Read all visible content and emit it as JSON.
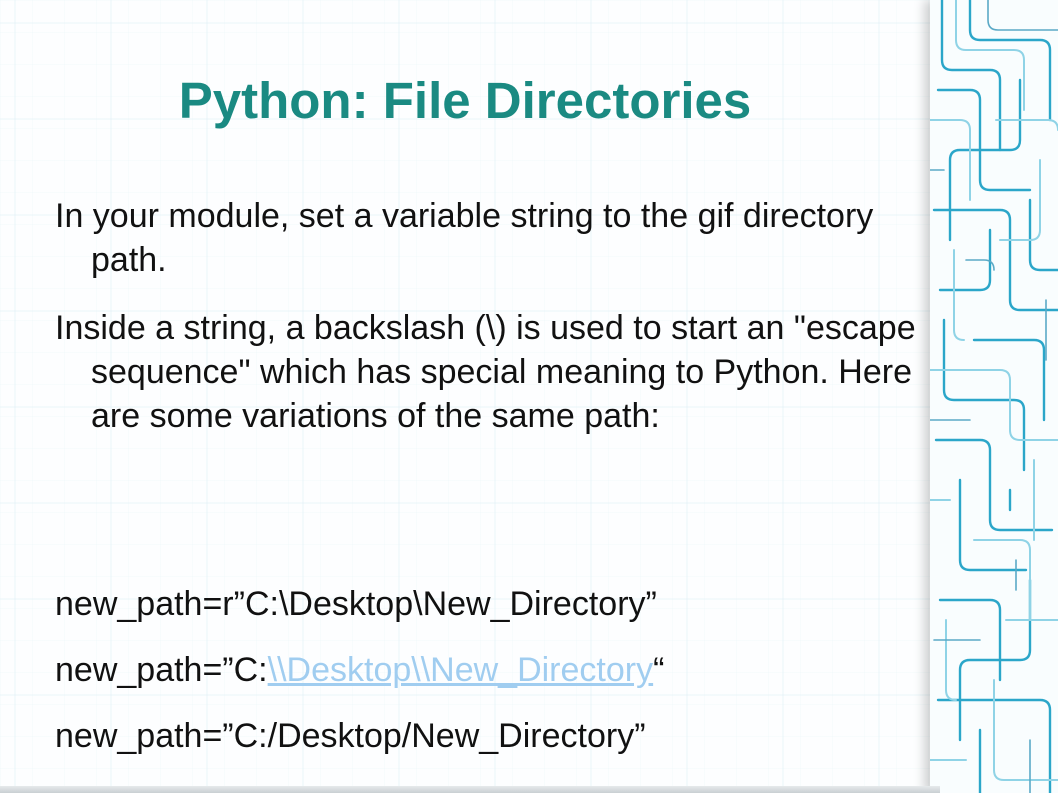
{
  "slide": {
    "title": "Python: File Directories",
    "paragraphs": [
      "In your module, set a variable string to the gif directory path.",
      "Inside a string, a backslash (\\) is used to start an \"escape sequence\" which has special meaning to Python. Here are some variations of the same path:"
    ],
    "code_lines": {
      "line1": "new_path=r”C:\\Desktop\\New_Directory”",
      "line2": {
        "prefix": "new_path=”C:",
        "link": "\\\\Desktop\\\\New_Directory",
        "suffix": "“"
      },
      "line3": "new_path=”C:/Desktop/New_Directory”"
    }
  },
  "colors": {
    "title": "#1a8a82",
    "body_text": "#111111",
    "link": "#a0cdf0",
    "accent_strip": "#2ba6c9"
  },
  "icons": [
    "circuit-pattern-decoration"
  ]
}
